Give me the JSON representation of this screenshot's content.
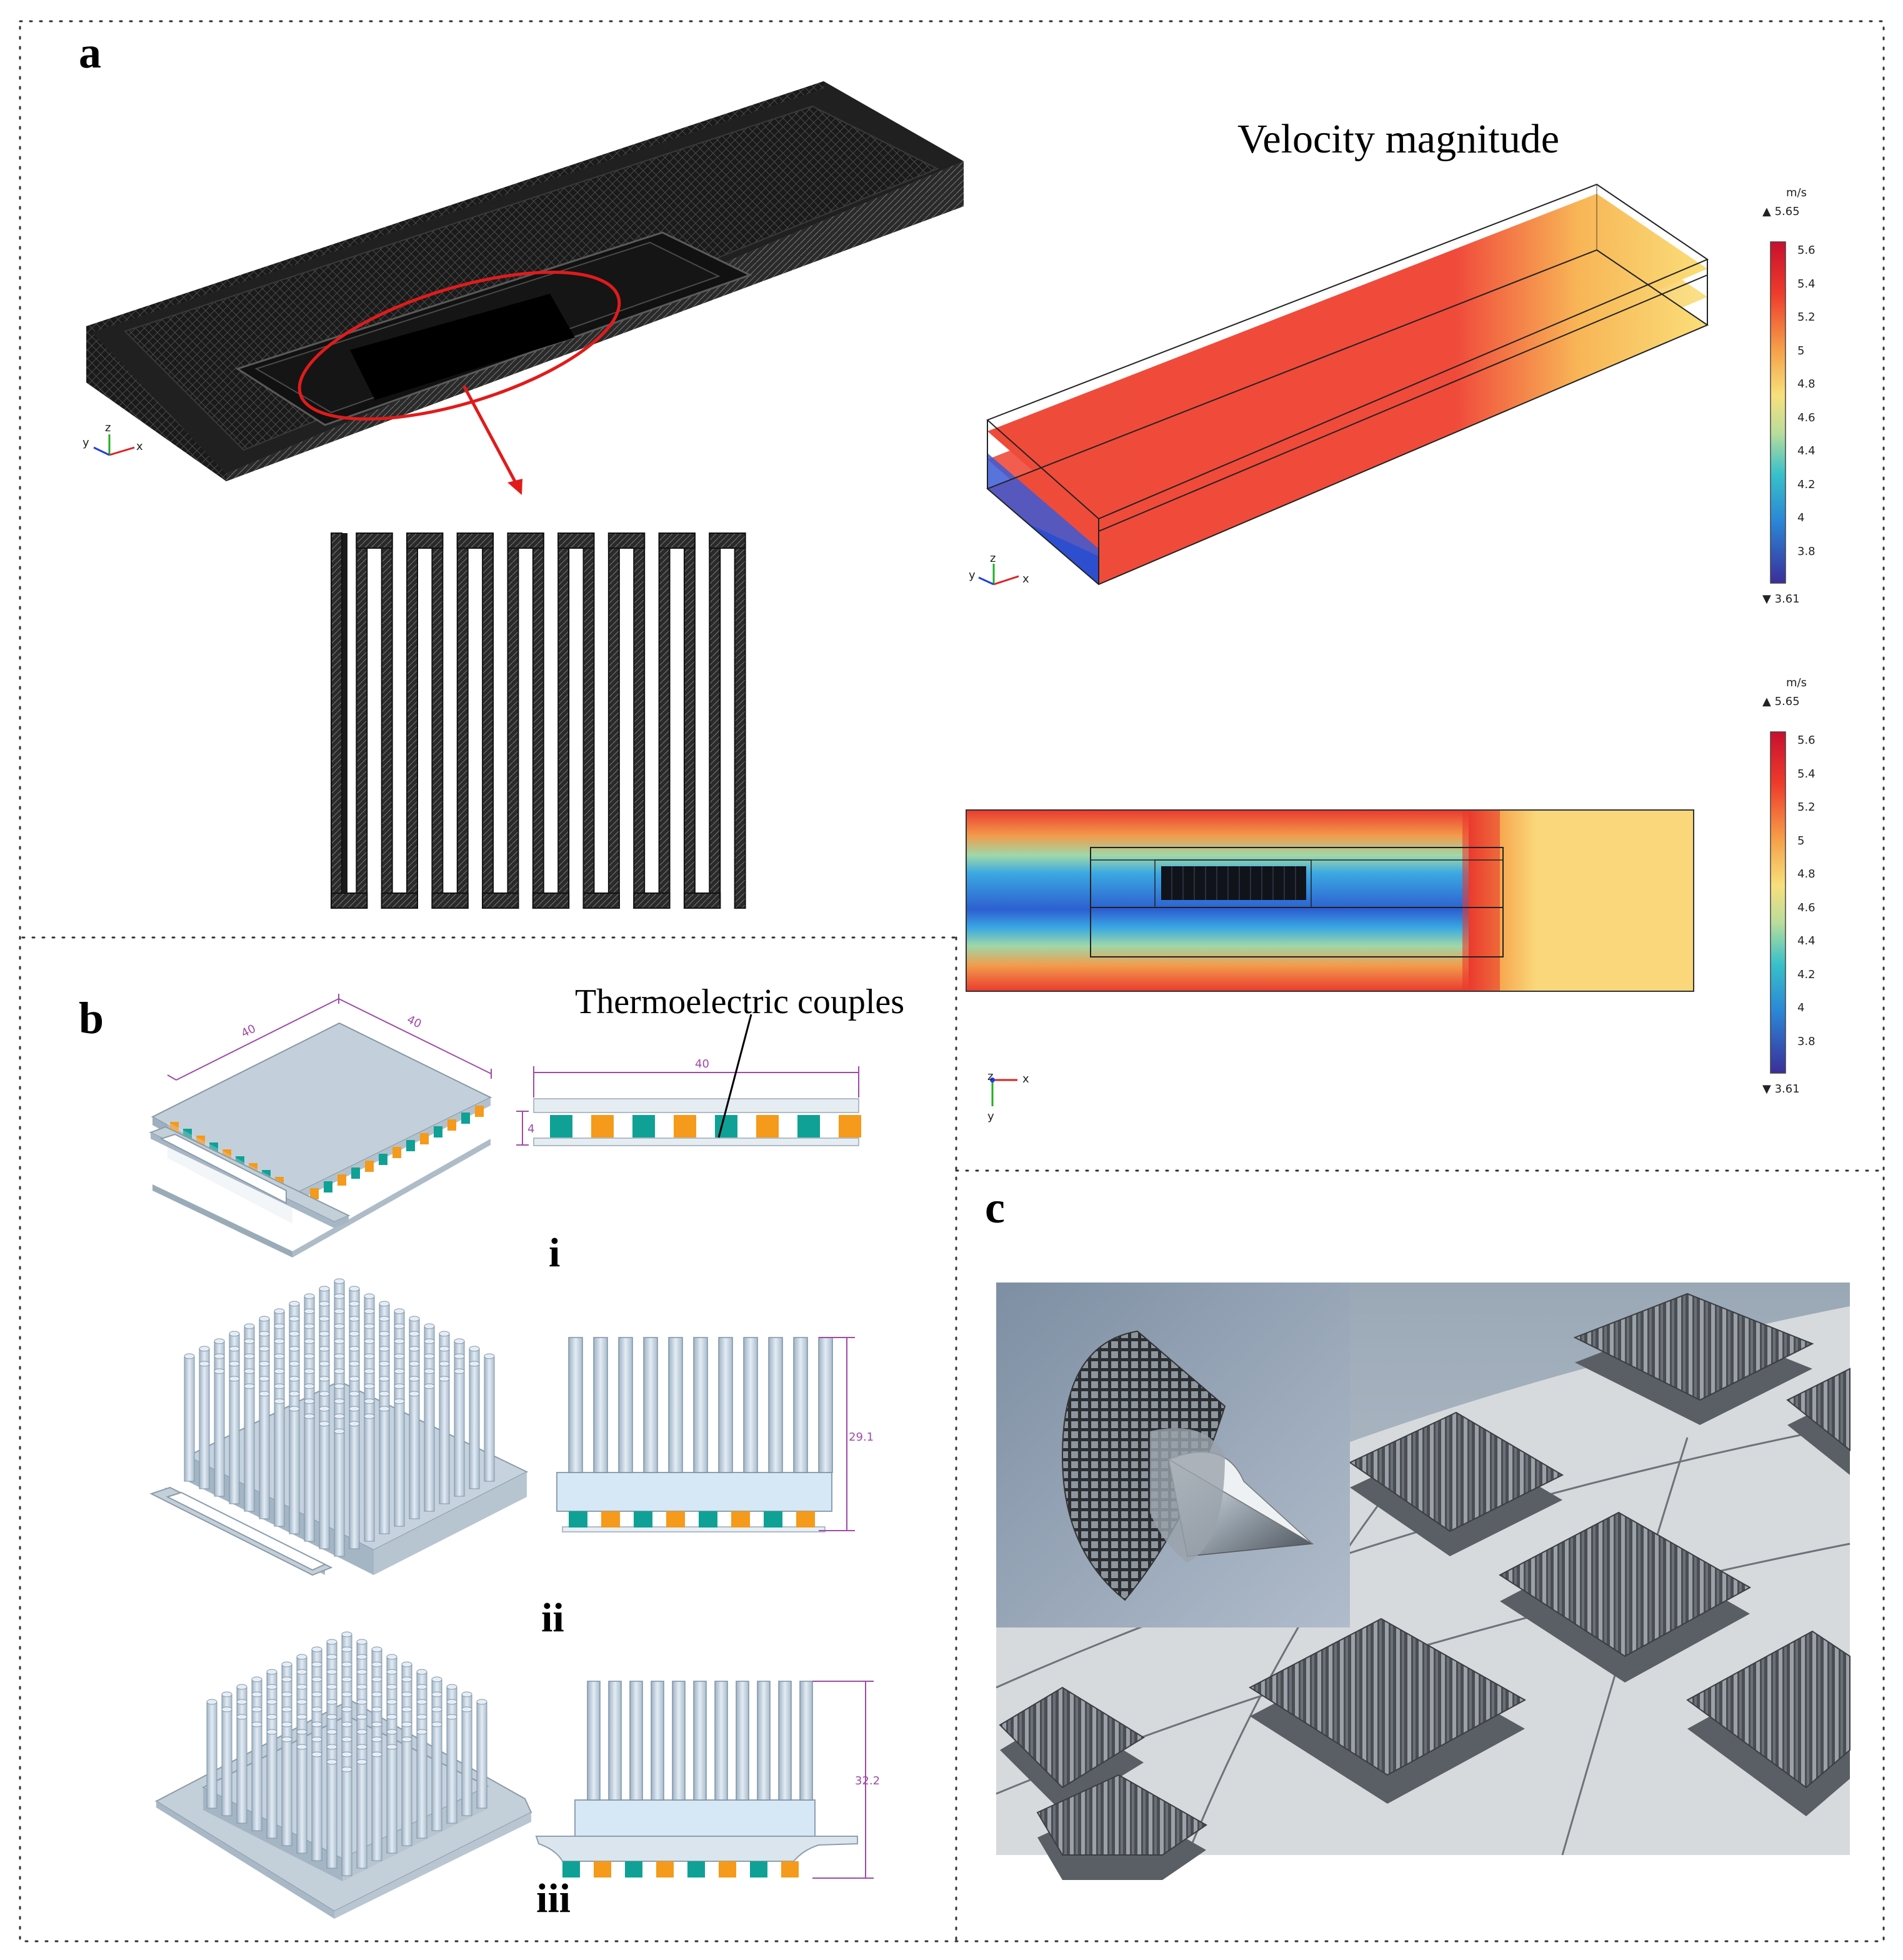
{
  "panels": {
    "a": {
      "label": "a",
      "velocity_title": "Velocity magnitude",
      "colorbar_top": {
        "unit": "m/s",
        "max_label": "▲ 5.65",
        "min_label": "▼ 3.61",
        "ticks": [
          "5.6",
          "5.4",
          "5.2",
          "5",
          "4.8",
          "4.6",
          "4.4",
          "4.2",
          "4",
          "3.8"
        ]
      },
      "colorbar_bottom": {
        "unit": "m/s",
        "max_label": "▲ 5.65",
        "min_label": "▼ 3.61",
        "ticks": [
          "5.6",
          "5.4",
          "5.2",
          "5",
          "4.8",
          "4.6",
          "4.4",
          "4.2",
          "4",
          "3.8"
        ]
      },
      "axes_mesh": [
        "y",
        "z",
        "x"
      ],
      "axes_3d": [
        "y",
        "z",
        "x"
      ],
      "axes_2d": [
        "z",
        "x",
        "y"
      ]
    },
    "b": {
      "label": "b",
      "annotation": "Thermoelectric couples",
      "dims": {
        "top_width_a": "40",
        "top_width_b": "40",
        "side_width": "40",
        "side_height": "4",
        "fin_height_ii": "29.1",
        "fin_height_iii": "32.2"
      },
      "sub_labels": [
        "i",
        "ii",
        "iii"
      ]
    },
    "c": {
      "label": "c"
    }
  },
  "colors": {
    "red": "#e8282a",
    "teal": "#0fa196",
    "orange": "#f59a1a",
    "fin": "#c4d3e0",
    "plate": "#c9d6e0",
    "dim_purple": "#a04aa8"
  }
}
